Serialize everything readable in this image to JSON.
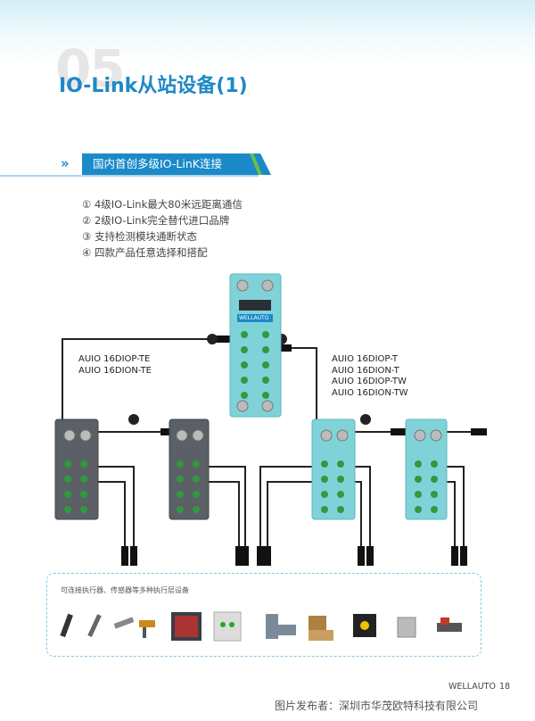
{
  "header": {
    "number": "05",
    "title": "IO-Link从站设备(1)"
  },
  "section": {
    "chevron": "»",
    "banner": "国内首创多级IO-LinK连接"
  },
  "features": [
    "① 4级IO-Link最大80米远距离通信",
    "② 2级IO-Link完全替代进口品牌",
    "③ 支持检测模块通断状态",
    "④ 四款产品任意选择和搭配"
  ],
  "labels": {
    "left": [
      "AUIO 16DIOP-TE",
      "AUIO 16DION-TE"
    ],
    "right": [
      "AUIO 16DIOP-T",
      "AUIO 16DION-T",
      "AUIO 16DIOP-TW",
      "AUIO 16DION-TW"
    ],
    "brand_badge": "WELLAUTO"
  },
  "devices_box": {
    "caption": "可连接执行器、传感器等多种执行层设备",
    "items": [
      "cylinder-sensor-icon",
      "probe-sensor-icon",
      "proximity-sensor-icon",
      "photo-sensor-icon",
      "power-meter-icon",
      "button-box-icon",
      "control-station-icon",
      "flow-meter-icon",
      "solenoid-valve-icon",
      "camera-sensor-icon",
      "load-cell-icon",
      "actuator-icon"
    ]
  },
  "footer": {
    "brand": "WELLAUTO",
    "page": "18",
    "watermark": "图片发布者：深圳市华茂欧特科技有限公司"
  },
  "colors": {
    "accent": "#1a8ac8",
    "green": "#6bbf45",
    "teal_module": "#7fd3d8",
    "dark_module": "#5a6066"
  }
}
